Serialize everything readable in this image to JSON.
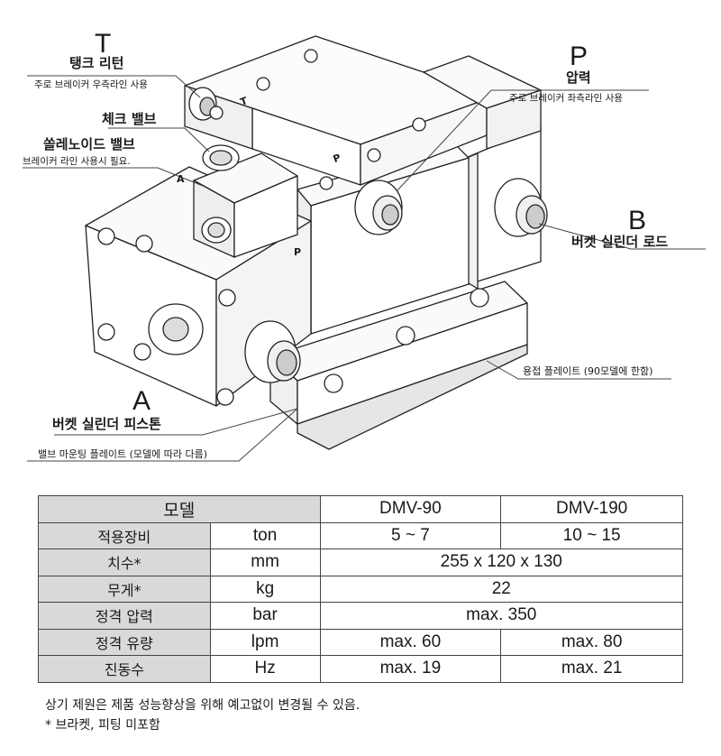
{
  "callouts": {
    "t_letter": "T",
    "t_label": "탱크 리턴",
    "t_sub": "주로 브레이커 우측라인 사용",
    "check_valve": "체크 밸브",
    "solenoid_label": "쏠레노이드 밸브",
    "solenoid_sub": "브레이커 라인 사용시 필요.",
    "p_letter": "P",
    "p_label": "압력",
    "p_sub": "주로 브레이커 좌측라인 사용",
    "b_letter": "B",
    "b_label": "버켓 실린더 로드",
    "a_letter": "A",
    "a_label": "버켓 실린더 피스톤",
    "mounting_plate": "밸브 마운팅 플레이트 (모델에 따라 다름)",
    "welding_plate": "용접 플레이트 (90모델에 한함)"
  },
  "body_marks": {
    "t": "T",
    "p": "P",
    "a": "A",
    "p2": "P"
  },
  "table": {
    "header": [
      "모델",
      "DMV-90",
      "DMV-190"
    ],
    "rows": [
      {
        "label": "적용장비",
        "unit": "ton",
        "v1": "5 ~ 7",
        "v2": "10 ~ 15"
      },
      {
        "label": "치수*",
        "unit": "mm",
        "merged": "255 x 120 x 130"
      },
      {
        "label": "무게*",
        "unit": "kg",
        "merged": "22"
      },
      {
        "label": "정격 압력",
        "unit": "bar",
        "merged": "max. 350"
      },
      {
        "label": "정격 유량",
        "unit": "lpm",
        "v1": "max. 60",
        "v2": "max. 80"
      },
      {
        "label": "진동수",
        "unit": "Hz",
        "v1": "max. 19",
        "v2": "max. 21"
      }
    ]
  },
  "notes": {
    "line1": "상기 제원은 제품 성능향상을 위해 예고없이 변경될 수 있음.",
    "line2": "* 브라켓, 피팅 미포함"
  }
}
